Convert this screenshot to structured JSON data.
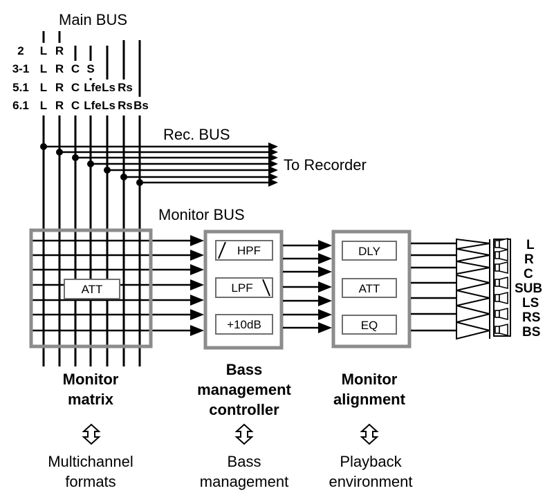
{
  "main_bus": {
    "title": "Main BUS",
    "formats": [
      {
        "label": "2",
        "channels": [
          "L",
          "R"
        ]
      },
      {
        "label": "3-1",
        "channels": [
          "L",
          "R",
          "C",
          "S"
        ]
      },
      {
        "label": "5.1",
        "channels": [
          "L",
          "R",
          "C",
          "Lfe",
          "Ls",
          "Rs"
        ]
      },
      {
        "label": "6.1",
        "channels": [
          "L",
          "R",
          "C",
          "Lfe",
          "Ls",
          "Rs",
          "Bs"
        ]
      }
    ]
  },
  "rec_bus": {
    "title": "Rec. BUS",
    "destination": "To Recorder"
  },
  "monitor_bus": {
    "title": "Monitor BUS"
  },
  "blocks": {
    "monitor_matrix": {
      "att": "ATT",
      "title_lines": [
        "Monitor",
        "matrix"
      ],
      "role_lines": [
        "Multichannel",
        "formats"
      ]
    },
    "bass_management": {
      "hpf": "HPF",
      "lpf": "LPF",
      "gain": "+10dB",
      "title_lines": [
        "Bass",
        "management",
        "controller"
      ],
      "role_lines": [
        "Bass",
        "management"
      ]
    },
    "monitor_alignment": {
      "dly": "DLY",
      "att": "ATT",
      "eq": "EQ",
      "title_lines": [
        "Monitor",
        "alignment"
      ],
      "role_lines": [
        "Playback",
        "environment"
      ]
    }
  },
  "outputs": [
    "L",
    "R",
    "C",
    "SUB",
    "LS",
    "RS",
    "BS"
  ],
  "colors": {
    "line": "#000000",
    "block_border": "#8c8c8c",
    "background": "#ffffff"
  }
}
